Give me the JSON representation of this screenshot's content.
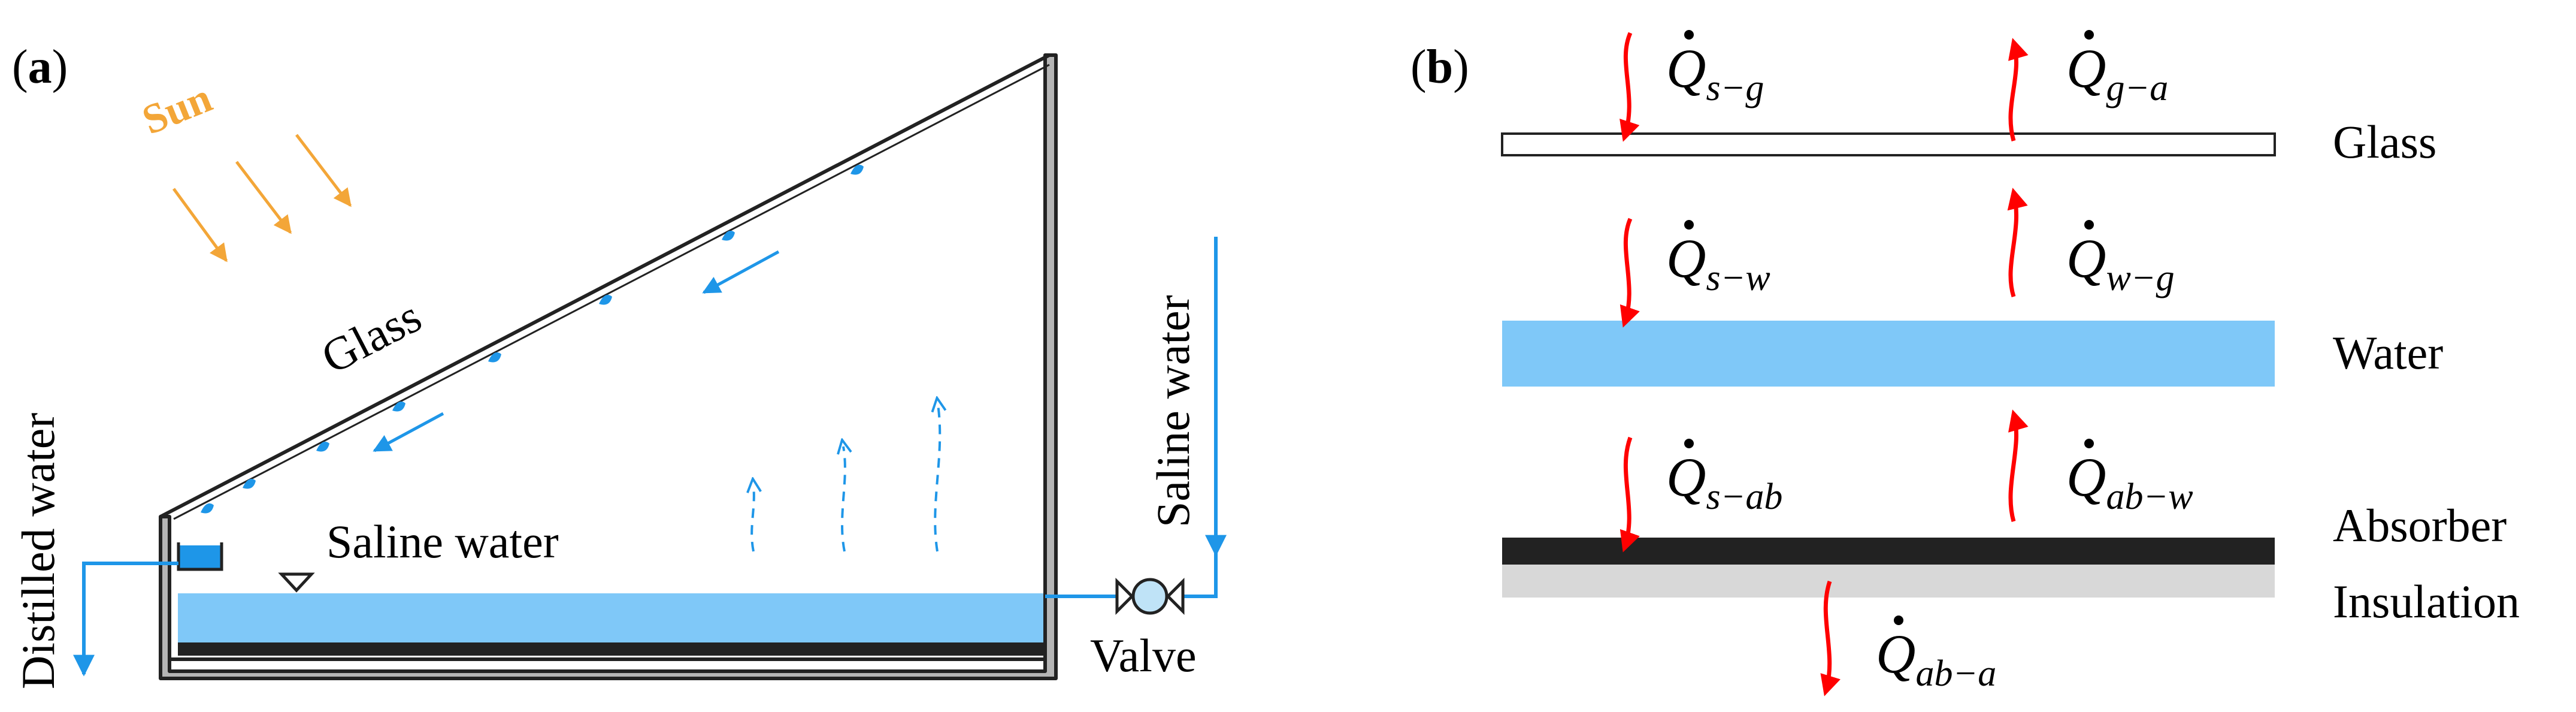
{
  "panel_a": {
    "label_open": "(",
    "label_letter": "a",
    "label_close": ")",
    "sun": "Sun",
    "glass": "Glass",
    "saline_water_basin": "Saline water",
    "saline_water_inlet": "Saline water",
    "distilled_water": "Distilled water",
    "valve": "Valve"
  },
  "panel_b": {
    "label_open": "(",
    "label_letter": "b",
    "label_close": ")",
    "layers": {
      "glass": "Glass",
      "water": "Water",
      "absorber": "Absorber",
      "insulation": "Insulation"
    },
    "heat_flows": {
      "s_g": {
        "symbol": "Q",
        "subscript": "s−g"
      },
      "g_a": {
        "symbol": "Q",
        "subscript": "g−a"
      },
      "s_w": {
        "symbol": "Q",
        "subscript": "s−w"
      },
      "w_g": {
        "symbol": "Q",
        "subscript": "w−g"
      },
      "s_ab": {
        "symbol": "Q",
        "subscript": "s−ab"
      },
      "ab_w": {
        "symbol": "Q",
        "subscript": "ab−w"
      },
      "ab_a": {
        "symbol": "Q",
        "subscript": "ab−a"
      }
    }
  },
  "colors": {
    "water": "#7fc8f8",
    "blue_arrow": "#1e96e8",
    "heat_arrow": "#ff0000",
    "sun": "#f3a638",
    "frame_gray": "#b5b5b5",
    "absorber": "#222222",
    "insulation": "#d8d8d8"
  }
}
